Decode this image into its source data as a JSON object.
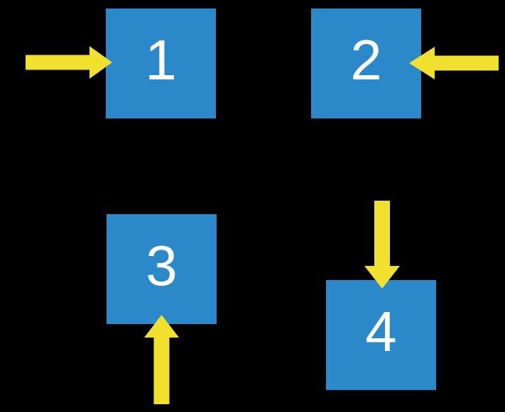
{
  "diagram": {
    "colors": {
      "background": "#000000",
      "square": "#2B88C9",
      "arrow": "#F2E02E",
      "label": "#FFFFFF"
    },
    "nodes": [
      {
        "label": "1",
        "arrow_direction": "right",
        "arrow_icon": "arrow-right-icon"
      },
      {
        "label": "2",
        "arrow_direction": "left",
        "arrow_icon": "arrow-left-icon"
      },
      {
        "label": "3",
        "arrow_direction": "up",
        "arrow_icon": "arrow-up-icon"
      },
      {
        "label": "4",
        "arrow_direction": "down",
        "arrow_icon": "arrow-down-icon"
      }
    ]
  }
}
